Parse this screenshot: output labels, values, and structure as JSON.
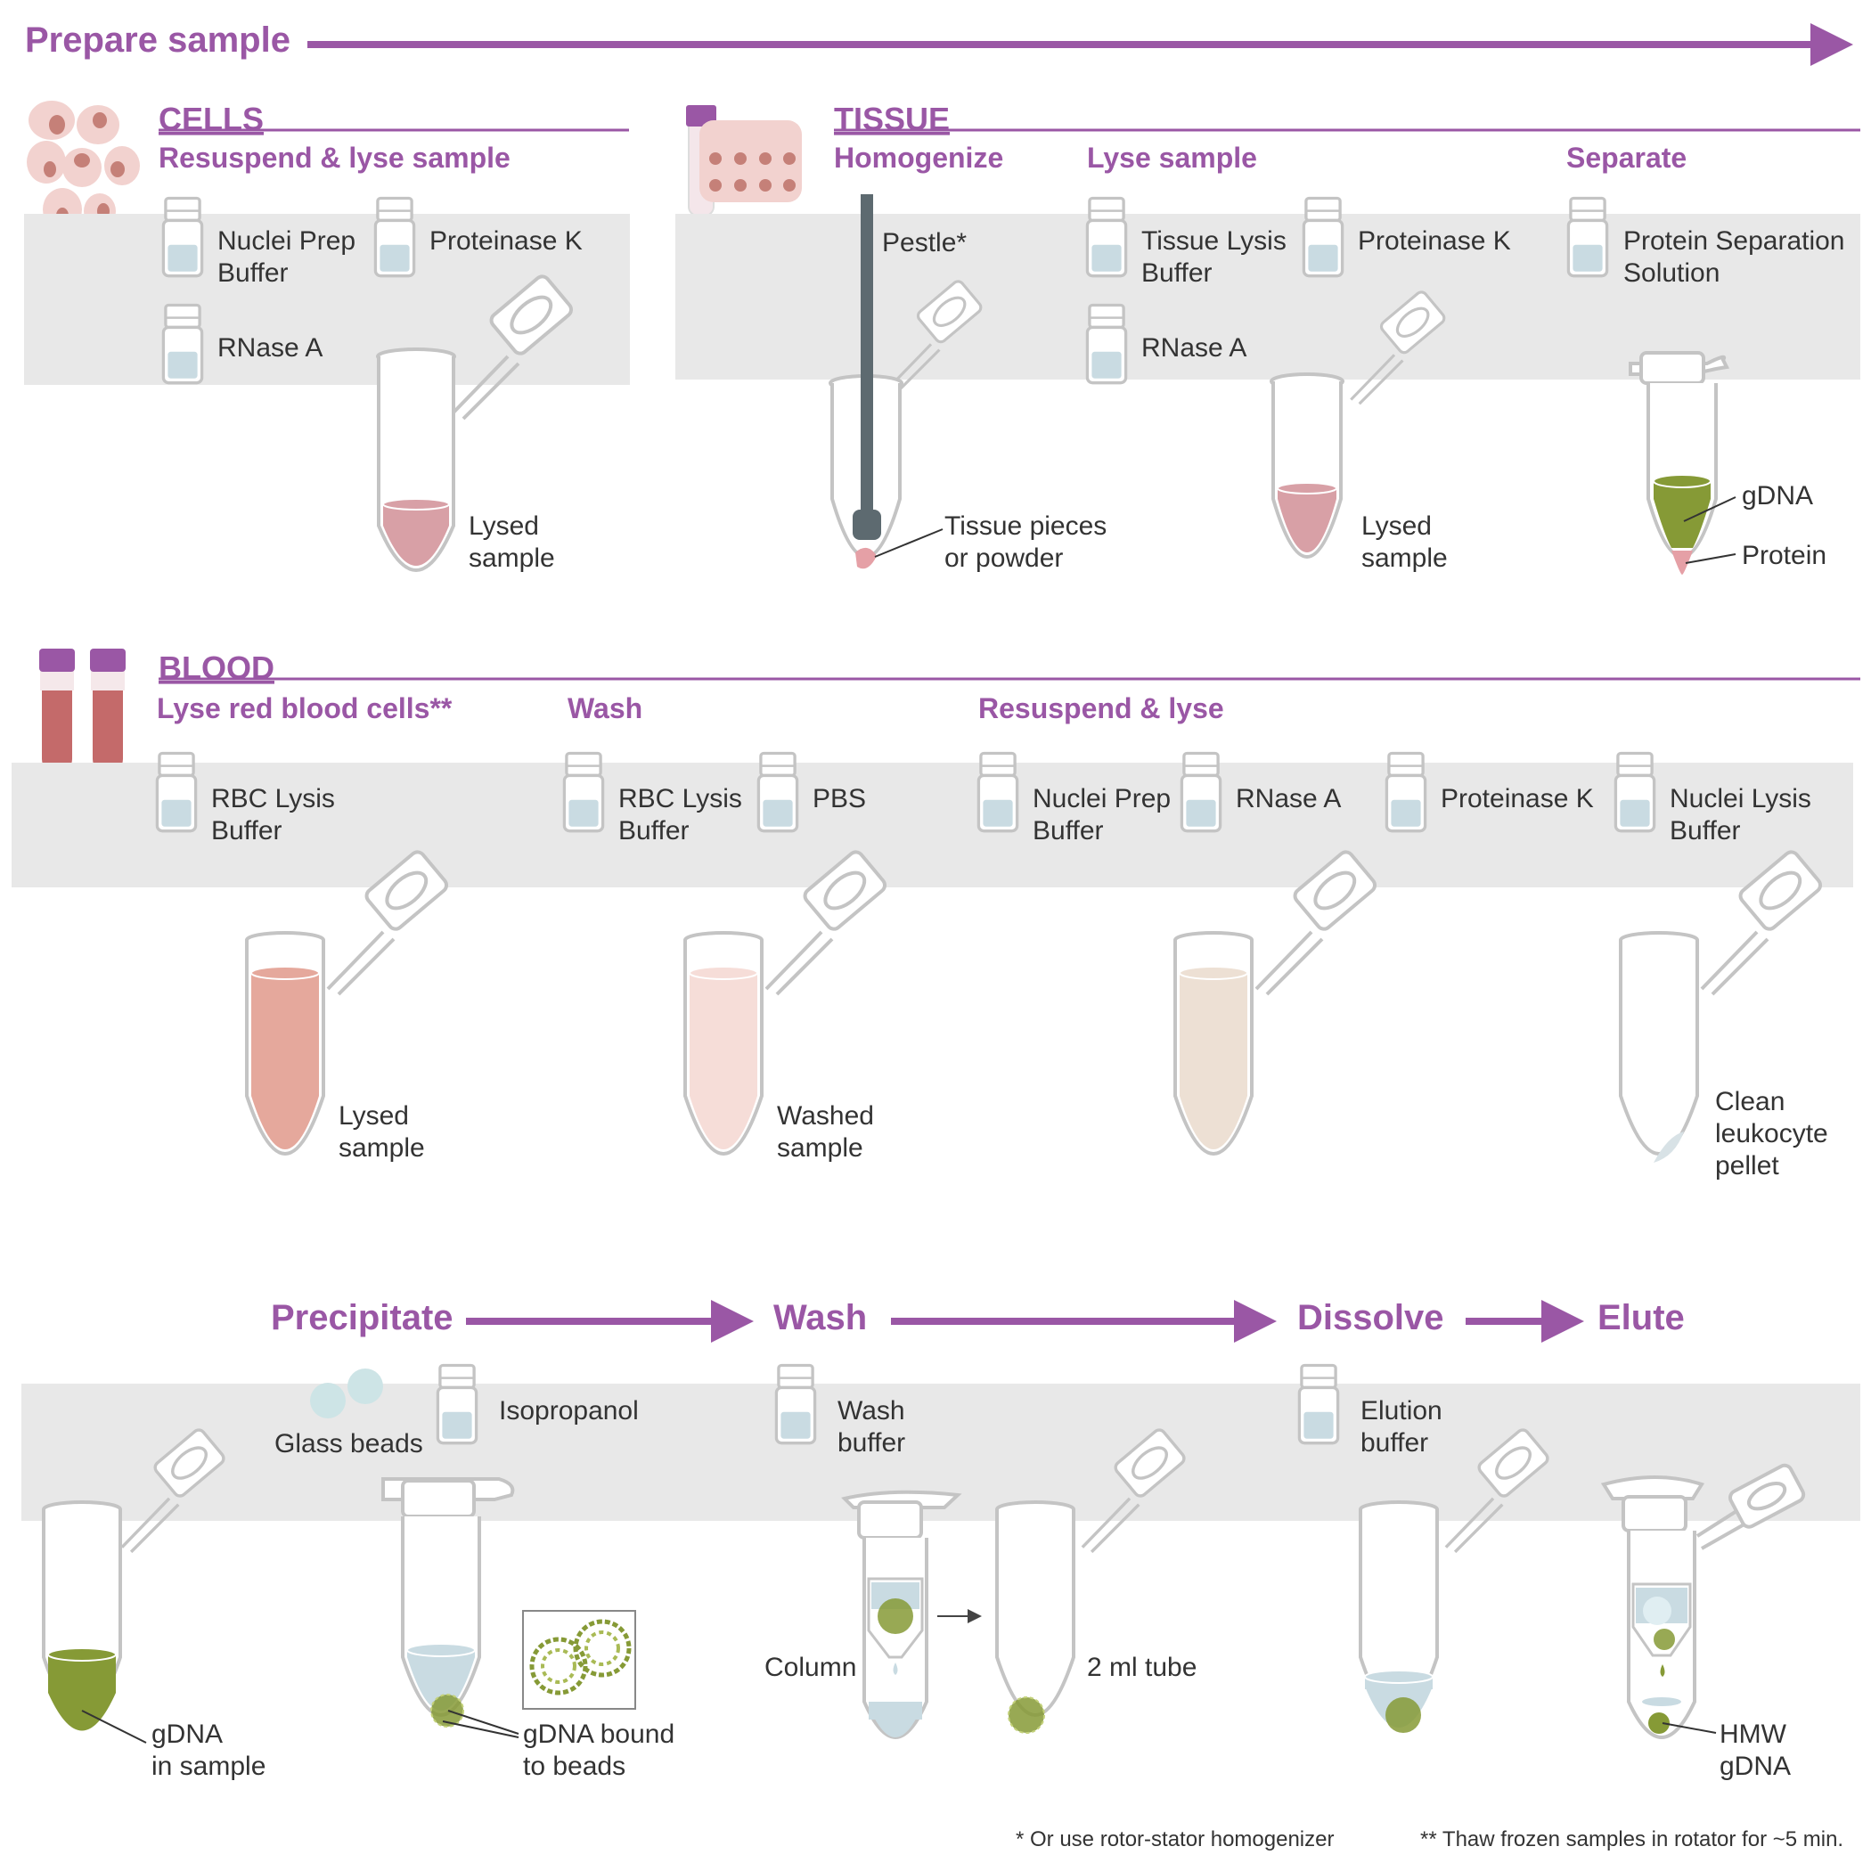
{
  "colors": {
    "purple": "#9a57a5",
    "band": "#e8e8e8",
    "tube_outline": "#c4c4c4",
    "buffer_liquid": "#c9dbe2",
    "lysed_pink": "#d8a0a6",
    "blood_red": "#c46a6a",
    "rbc_lysed": "#e5a89c",
    "washed_pink": "#f6ddd8",
    "beige": "#ede0d4",
    "gdna_green": "#869a36",
    "pestle": "#5d6a70"
  },
  "header": {
    "title": "Prepare sample"
  },
  "cells": {
    "title": "CELLS",
    "step": "Resuspend & lyse sample",
    "reagents": [
      "Nuclei Prep",
      "Buffer",
      "Proteinase K",
      "RNase A"
    ],
    "tube_label": [
      "Lysed",
      "sample"
    ]
  },
  "tissue": {
    "title": "TISSUE",
    "steps": [
      "Homogenize",
      "Lyse sample",
      "Separate"
    ],
    "pestle_label": "Pestle*",
    "pieces_label": [
      "Tissue pieces",
      "or powder"
    ],
    "reagents": [
      "Tissue Lysis",
      "Buffer",
      "Proteinase K",
      "RNase A",
      "Protein Separation",
      "Solution"
    ],
    "lysed_label": [
      "Lysed",
      "sample"
    ],
    "gdna_label": "gDNA",
    "protein_label": "Protein"
  },
  "blood": {
    "title": "BLOOD",
    "steps": [
      "Lyse red blood cells**",
      "Wash",
      "Resuspend & lyse"
    ],
    "reagents": [
      "RBC Lysis",
      "Buffer",
      "RBC Lysis",
      "Buffer",
      "PBS",
      "Nuclei Prep",
      "Buffer",
      "RNase A",
      "Proteinase K",
      "Nuclei Lysis",
      "Buffer"
    ],
    "tube_labels": [
      "Lysed",
      "sample",
      "Washed",
      "sample",
      "Clean",
      "leukocyte",
      "pellet"
    ]
  },
  "bottom": {
    "steps": [
      "Precipitate",
      "Wash",
      "Dissolve",
      "Elute"
    ],
    "glass_beads": "Glass beads",
    "isopropanol": "Isopropanol",
    "wash_buffer": [
      "Wash",
      "buffer"
    ],
    "elution_buffer": [
      "Elution",
      "buffer"
    ],
    "gdna_sample": [
      "gDNA",
      "in sample"
    ],
    "gdna_beads": [
      "gDNA bound",
      "to beads"
    ],
    "column": "Column",
    "tube_2ml": "2 ml tube",
    "hmw": [
      "HMW",
      "gDNA"
    ]
  },
  "footnotes": [
    "*  Or use rotor-stator homogenizer",
    "** Thaw frozen samples in rotator for ~5 min."
  ]
}
